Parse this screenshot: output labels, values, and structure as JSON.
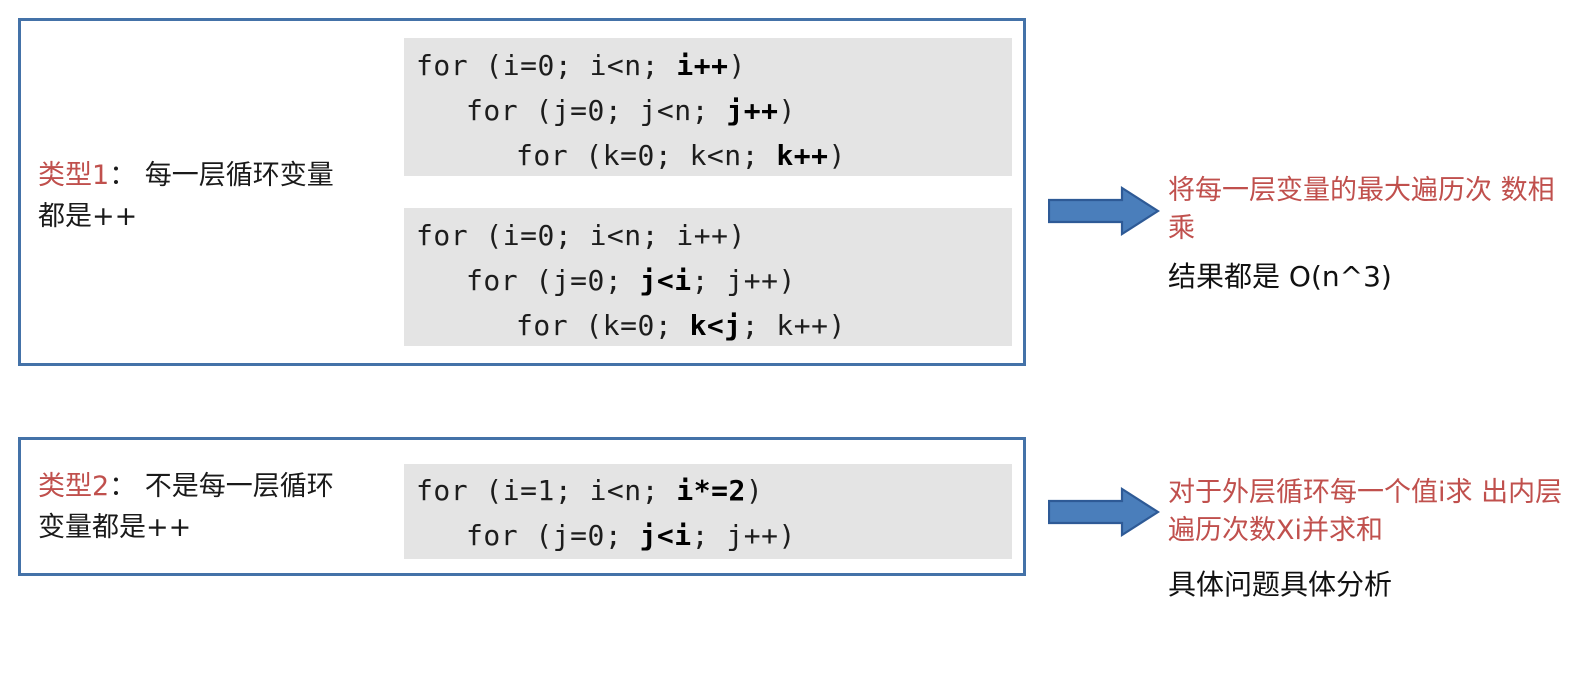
{
  "colors": {
    "panel_border": "#4472a8",
    "code_background": "#e4e4e4",
    "accent_red": "#c0504d",
    "arrow_fill": "#4a7ebb",
    "arrow_stroke": "#2e5a96",
    "text_black": "#111111"
  },
  "sections": [
    {
      "id": "type1",
      "label": {
        "tag": "类型1",
        "rest": "： 每一层循环变量\n都是++"
      },
      "code_blocks": [
        {
          "id": "code-1a",
          "lines": [
            {
              "indent": 0,
              "plain_before": "for (i=0; i<n; ",
              "bold": "i++",
              "plain_after": ")"
            },
            {
              "indent": 2,
              "plain_before": "for (j=0; j<n; ",
              "bold": "j++",
              "plain_after": ")"
            },
            {
              "indent": 4,
              "plain_before": "for (k=0; k<n; ",
              "bold": "k++",
              "plain_after": ")"
            }
          ]
        },
        {
          "id": "code-1b",
          "lines": [
            {
              "indent": 0,
              "plain_before": "for (i=0; i<n; ",
              "bold": "",
              "plain_after": "i++)"
            },
            {
              "indent": 2,
              "plain_before": "for (j=0; ",
              "bold": "j<i",
              "plain_after": "; j++)"
            },
            {
              "indent": 4,
              "plain_before": "for (k=0; ",
              "bold": "k<j",
              "plain_after": "; k++)"
            }
          ]
        }
      ],
      "arrow": "right-block-arrow",
      "note": {
        "red": "将每一层变量的最大遍历次\n数相乘",
        "black": "结果都是 O(n^3)"
      }
    },
    {
      "id": "type2",
      "label": {
        "tag": "类型2",
        "rest": "： 不是每一层循环\n变量都是++"
      },
      "code_blocks": [
        {
          "id": "code-2a",
          "lines": [
            {
              "indent": 0,
              "plain_before": "for (i=1; i<n; ",
              "bold": "i*=2",
              "plain_after": ")"
            },
            {
              "indent": 2,
              "plain_before": "for (j=0; ",
              "bold": "j<i",
              "plain_after": "; j++)"
            }
          ]
        }
      ],
      "arrow": "right-block-arrow",
      "note": {
        "red": "对于外层循环每一个值i求\n出内层遍历次数Xi并求和",
        "black": "具体问题具体分析"
      }
    }
  ]
}
